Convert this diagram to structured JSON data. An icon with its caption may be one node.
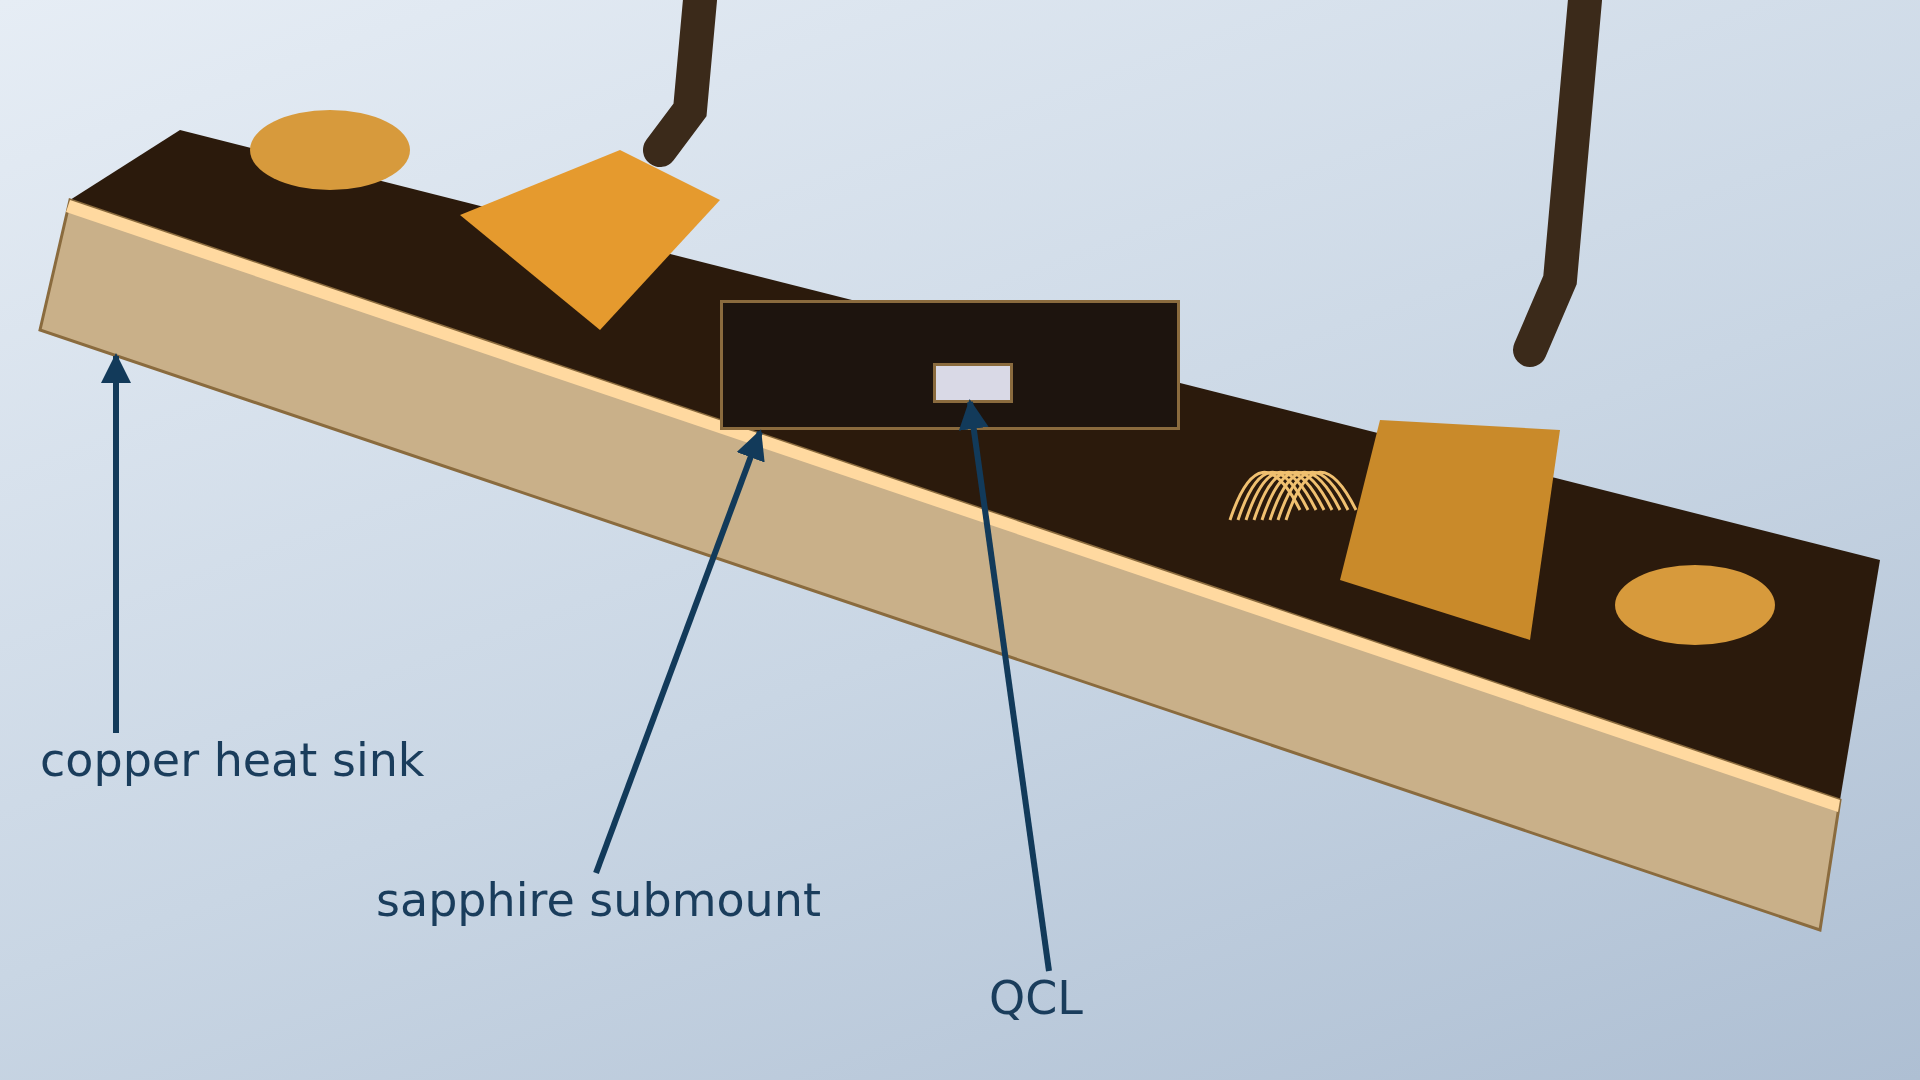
{
  "diagram": {
    "nodes": [
      {
        "text": [
          "copper heat sink"
        ]
      },
      {
        "text": [],
        "shape": "picture"
      },
      {
        "text": [
          "sapphire submount"
        ]
      },
      {
        "text": [],
        "shape": "box",
        "in": 1
      },
      {
        "text": [
          "QCL"
        ]
      },
      {
        "text": [],
        "shape": "box",
        "in": 3
      }
    ],
    "edges": [
      {
        "from": 0,
        "to": 1,
        "arrow": "to"
      },
      {
        "from": 2,
        "to": 3,
        "arrow": "to"
      },
      {
        "from": 4,
        "to": 5,
        "arrow": "to"
      }
    ]
  }
}
